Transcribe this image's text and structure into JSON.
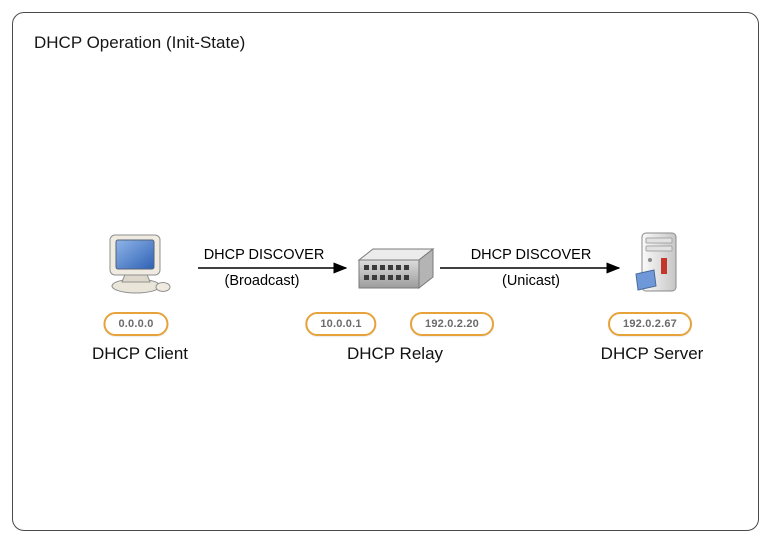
{
  "diagram": {
    "title": "DHCP Operation (Init-State)",
    "nodes": {
      "client": {
        "label": "DHCP Client",
        "ip": "0.0.0.0",
        "icon": "desktop-computer-icon"
      },
      "relay": {
        "label": "DHCP Relay",
        "ip_left": "10.0.0.1",
        "ip_right": "192.0.2.20",
        "icon": "network-switch-icon"
      },
      "server": {
        "label": "DHCP Server",
        "ip": "192.0.2.67",
        "icon": "server-tower-icon"
      }
    },
    "arrows": {
      "client_to_relay": {
        "label": "DHCP DISCOVER",
        "sublabel": "(Broadcast)"
      },
      "relay_to_server": {
        "label": "DHCP DISCOVER",
        "sublabel": "(Unicast)"
      }
    }
  },
  "colors": {
    "badge_border": "#E7A33B",
    "arrow": "#000000",
    "frame_border": "#4a4a4a",
    "badge_text": "#6b6b6b"
  }
}
